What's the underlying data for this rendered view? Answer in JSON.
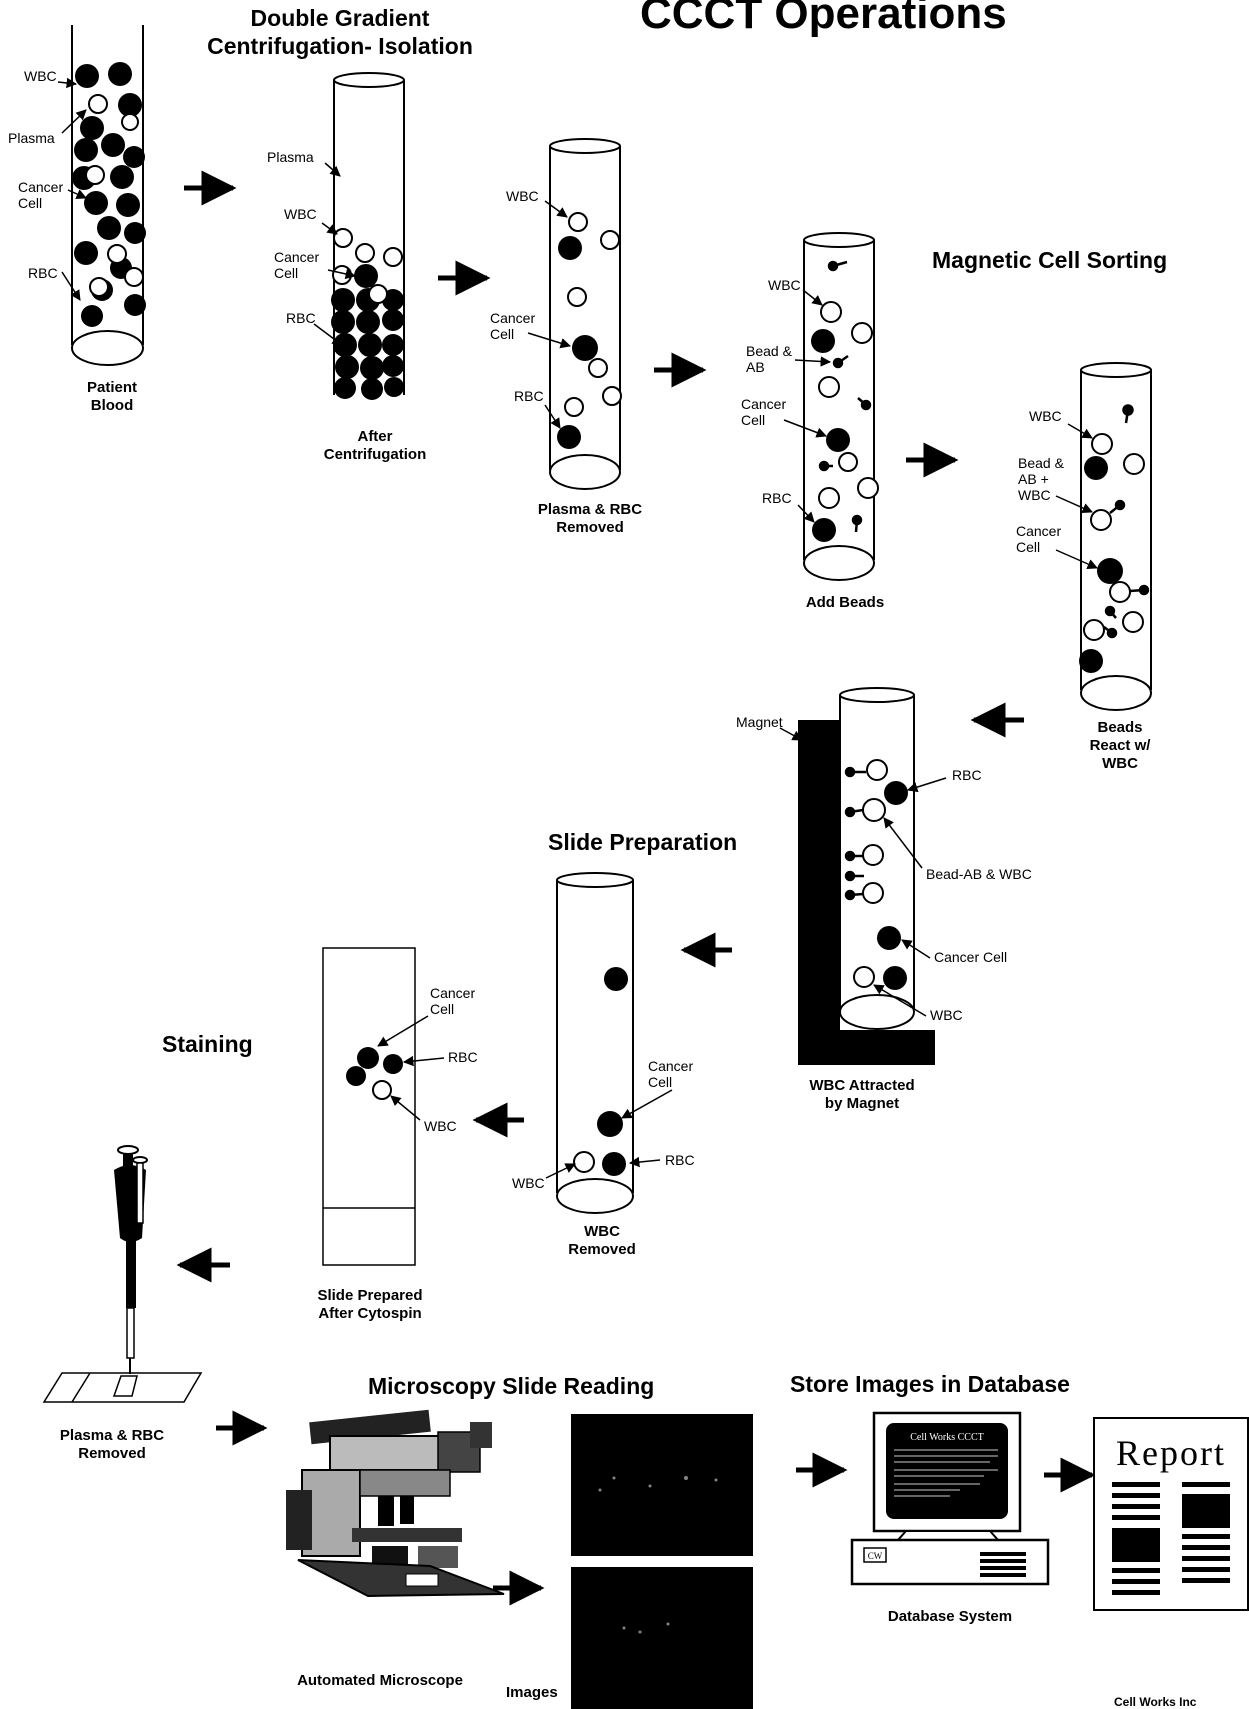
{
  "title": "CCCT Operations",
  "headings": {
    "double_gradient_1": "Double Gradient",
    "double_gradient_2": "Centrifugation- Isolation",
    "magnetic": "Magnetic Cell Sorting",
    "slide_prep": "Slide Preparation",
    "staining": "Staining",
    "microscopy": "Microscopy Slide Reading",
    "store": "Store Images in Database"
  },
  "labels": {
    "wbc": "WBC",
    "plasma": "Plasma",
    "cancer": "Cancer",
    "cell": "Cell",
    "rbc": "RBC",
    "bead_amp": "Bead &",
    "ab": "AB",
    "ab_plus": "AB +",
    "magnet": "Magnet",
    "bead_ab_wbc": "Bead-AB & WBC",
    "cancer_cell": "Cancer Cell"
  },
  "captions": {
    "patient_1": "Patient",
    "patient_2": "Blood",
    "after_1": "After",
    "after_2": "Centrifugation",
    "plasma_rbc_1": "Plasma & RBC",
    "plasma_rbc_2": "Removed",
    "add_beads": "Add Beads",
    "beads_1": "Beads",
    "beads_2": "React w/",
    "beads_3": "WBC",
    "wbc_attr_1": "WBC Attracted",
    "wbc_attr_2": "by Magnet",
    "wbc_removed_1": "WBC",
    "wbc_removed_2": "Removed",
    "slide_1": "Slide Prepared",
    "slide_2": "After Cytospin",
    "plasma2_1": "Plasma & RBC",
    "plasma2_2": "Removed",
    "microscope": "Automated Microscope",
    "images": "Images",
    "database": "Database System",
    "report": "Report",
    "screen_title": "Cell Works CCCT",
    "monitor_badge": "CW",
    "footer": "Cell Works Inc"
  }
}
